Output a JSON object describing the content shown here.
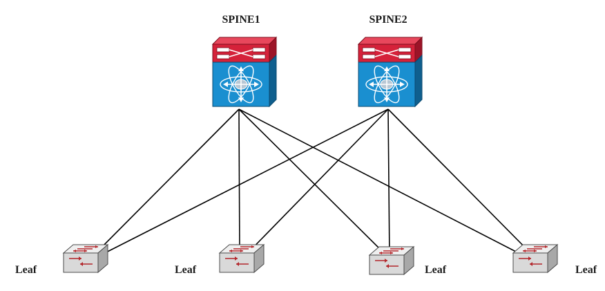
{
  "diagram": {
    "spines": [
      {
        "label": "SPINE1"
      },
      {
        "label": "SPINE2"
      }
    ],
    "leaves": [
      {
        "label": "Leaf"
      },
      {
        "label": "Leaf"
      },
      {
        "label": "Leaf"
      },
      {
        "label": "Leaf"
      }
    ],
    "colors": {
      "spine_top": "#d5223a",
      "spine_body": "#1a8fd0",
      "leaf_body": "#d9d9d9",
      "leaf_arrow": "#b3262a",
      "link": "#000000"
    },
    "icons": {
      "spine": "spine-switch-icon",
      "leaf": "leaf-switch-icon"
    }
  }
}
